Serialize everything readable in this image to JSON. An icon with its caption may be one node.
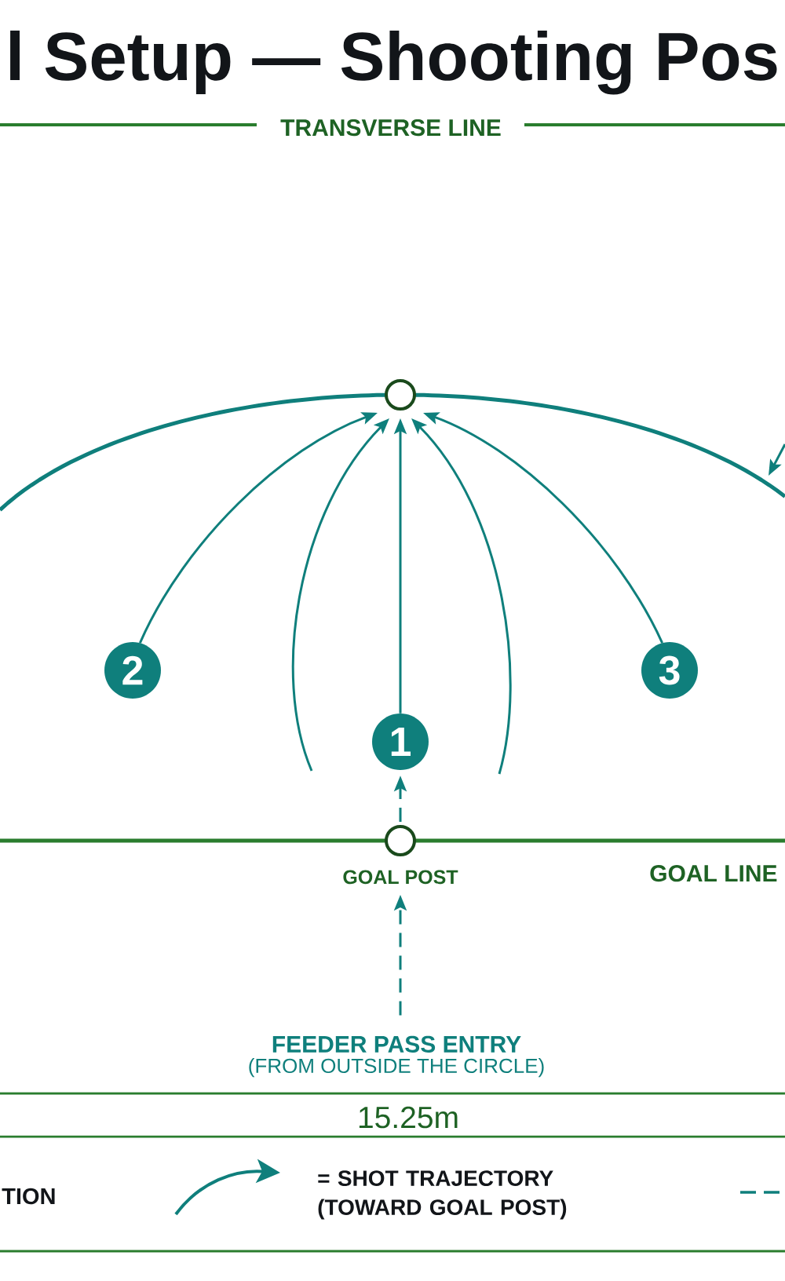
{
  "diagram": {
    "title": "l Setup — Shooting Pos",
    "nodes": [
      {
        "text": [],
        "shape": "circle"
      },
      {
        "text": [
          "2"
        ]
      },
      {
        "text": [
          "3"
        ]
      },
      {
        "text": [
          "1"
        ]
      },
      {
        "text": [
          "GOAL POST"
        ]
      },
      {
        "text": [
          "FEEDER PASS ENTRY",
          "(FROM OUTSIDE THE CIRCLE)"
        ]
      }
    ],
    "edges": [
      {
        "from": 1,
        "to": 0,
        "arrow": "to"
      },
      {
        "from": null,
        "to": 0,
        "arrow": "to"
      },
      {
        "from": 3,
        "to": 0,
        "arrow": "to"
      },
      {
        "from": null,
        "to": 0,
        "arrow": "to"
      },
      {
        "from": 2,
        "to": 0,
        "arrow": "to"
      },
      {
        "from": 4,
        "to": 3,
        "arrow": "to",
        "style": "dashed"
      },
      {
        "from": 5,
        "to": 4,
        "arrow": "to",
        "style": "dashed"
      }
    ],
    "labels": [
      "TRANSVERSE LINE",
      "GOAL LINE",
      "15.25m",
      "TION"
    ],
    "legend": [
      {
        "text": "= SHOT TRAJECTORY (TOWARD GOAL POST)"
      }
    ]
  }
}
